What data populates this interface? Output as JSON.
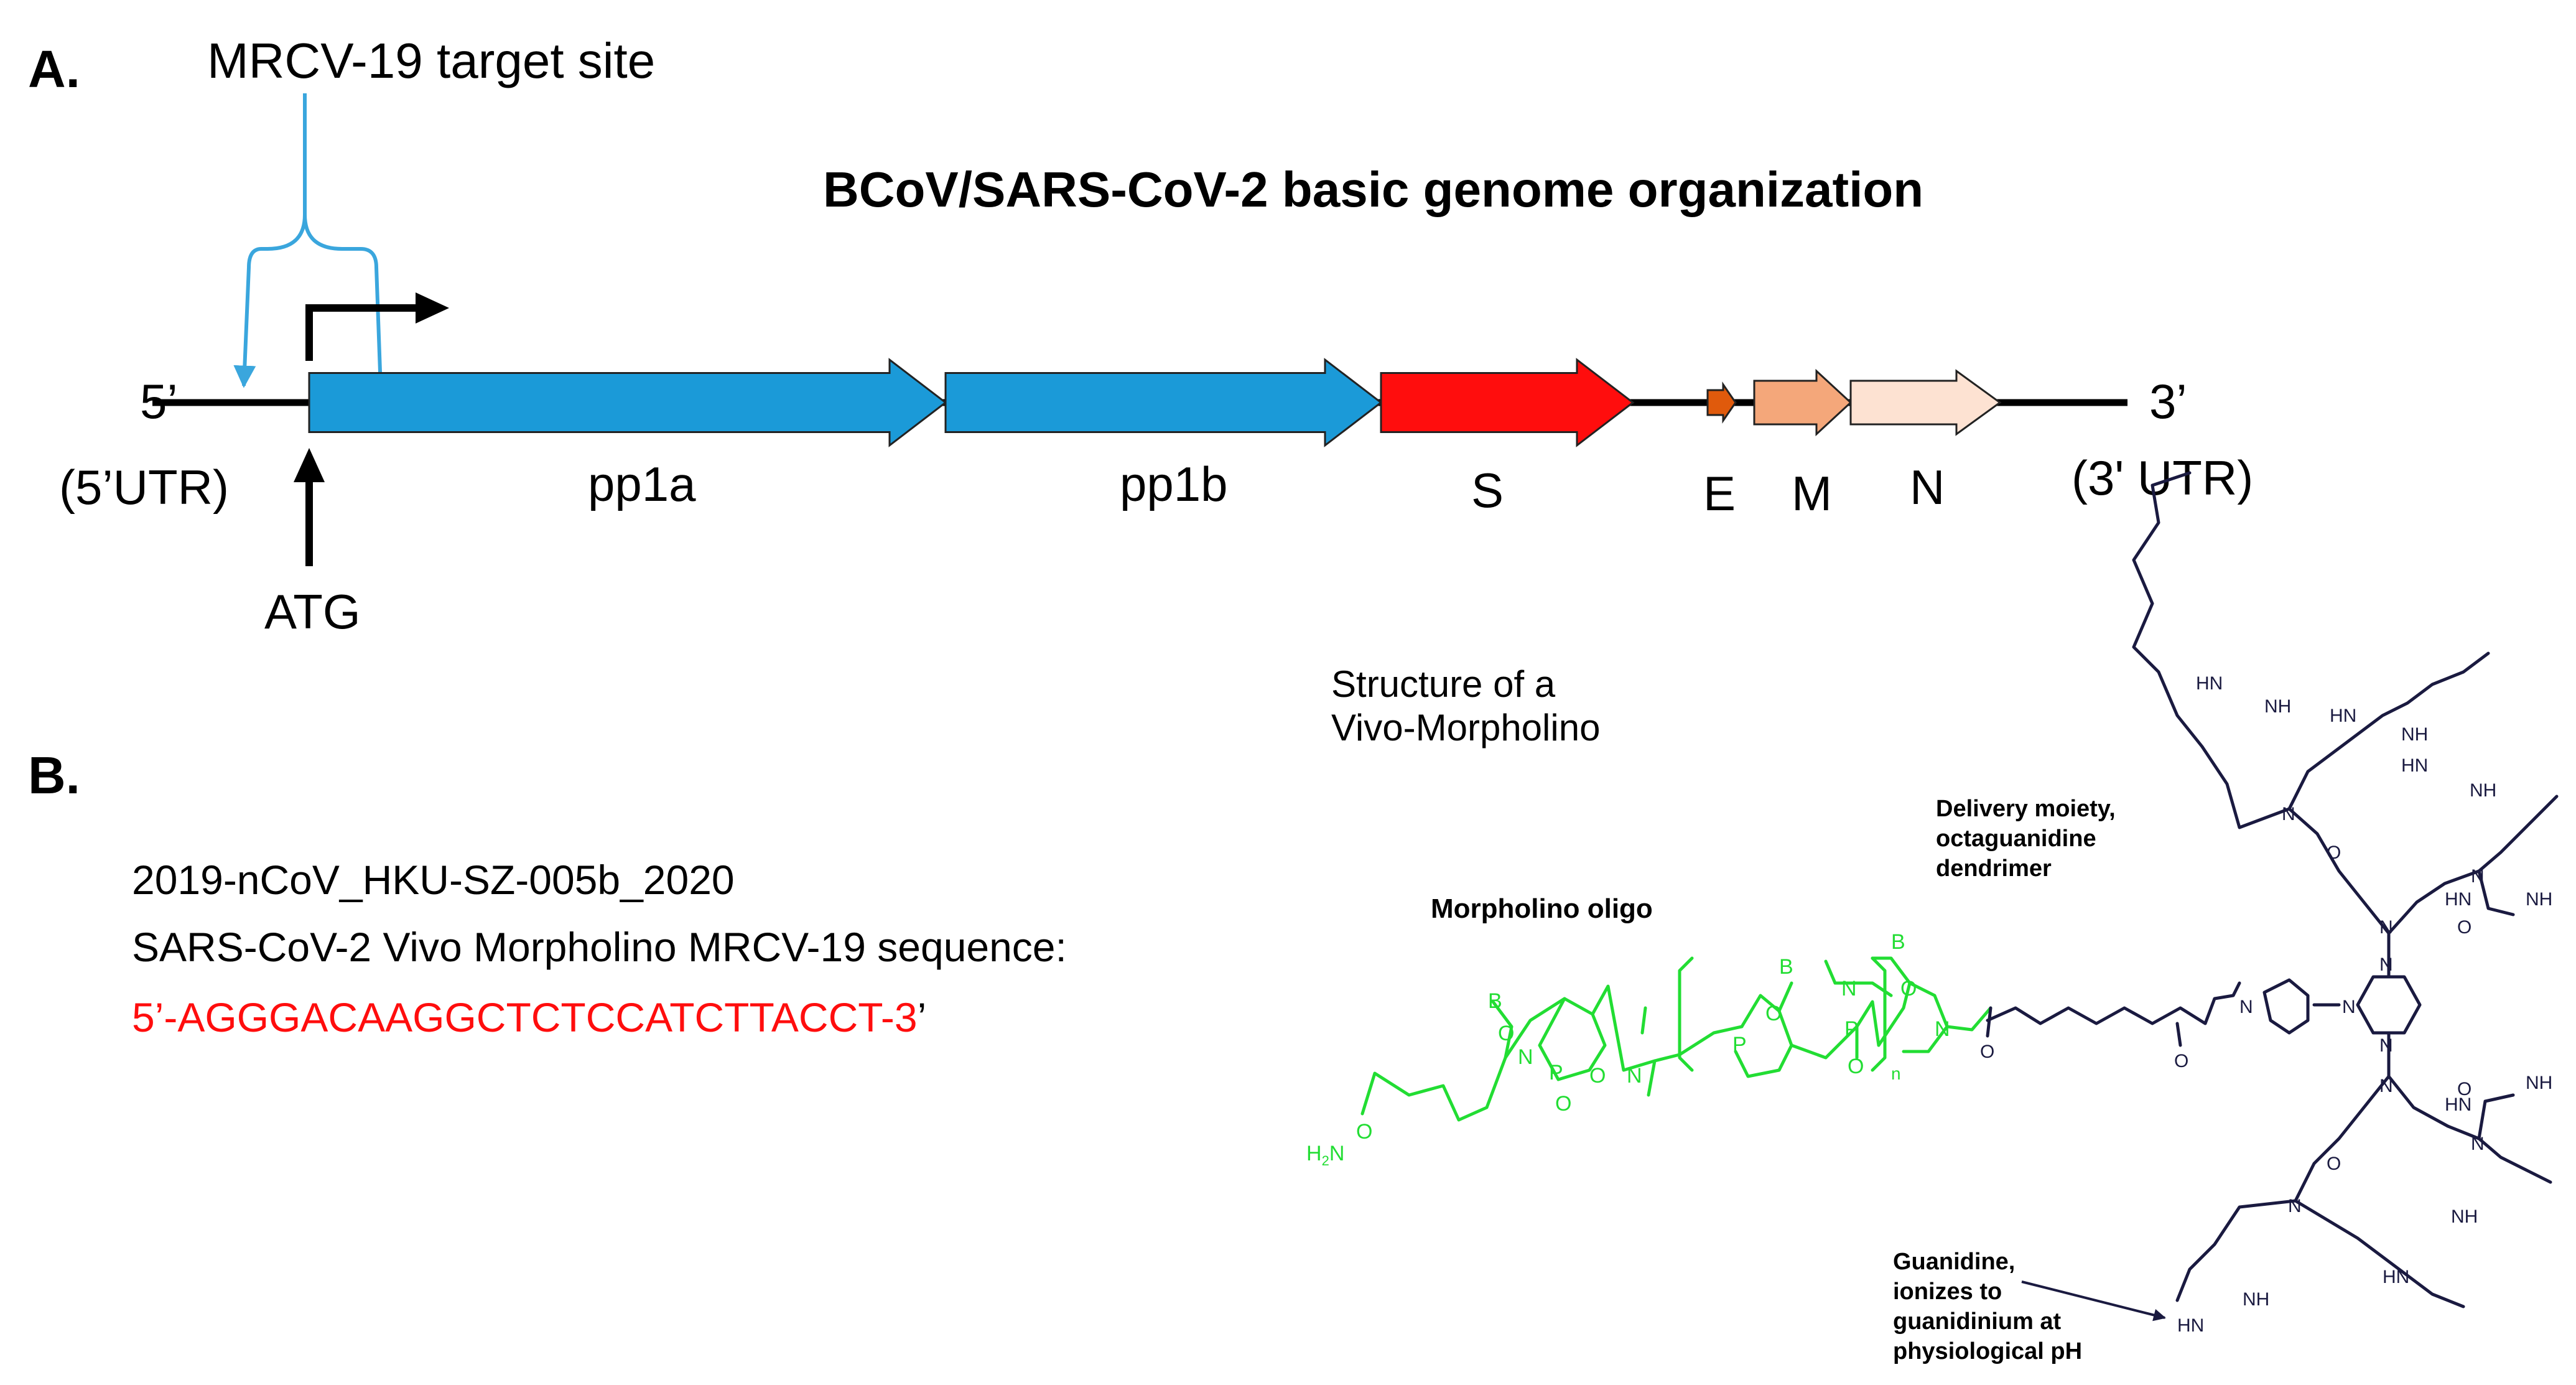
{
  "panel_a": {
    "letter": "A.",
    "title": "BCoV/SARS-CoV-2 basic genome organization",
    "target_label": "MRCV-19 target site",
    "five_prime": "5’",
    "three_prime": "3’",
    "utr5": "(5’UTR)",
    "utr3": "(3' UTR)",
    "start_codon": "ATG",
    "genes": [
      {
        "name": "pp1a",
        "color": "#1b9ad8"
      },
      {
        "name": "pp1b",
        "color": "#1b9ad8"
      },
      {
        "name": "S",
        "color": "#ff0d0d"
      },
      {
        "name": "E",
        "color": "#e05a0c"
      },
      {
        "name": "M",
        "color": "#f4a77a"
      },
      {
        "name": "N",
        "color": "#fde2d2"
      }
    ],
    "target_color": "#3aa6dd"
  },
  "panel_b": {
    "letter": "B.",
    "line1": "2019-nCoV_HKU-SZ-005b_2020",
    "line2": "SARS-CoV-2 Vivo Morpholino  MRCV-19 sequence:",
    "sequence": "5’-AGGGACAAGGCTCTCCATCTTACCT-3",
    "sequence_end": "’",
    "sequence_color": "#ff0d0d"
  },
  "structure": {
    "title_line1": "Structure of a",
    "title_line2": "Vivo-Morpholino",
    "delivery_label": [
      "Delivery moiety,",
      "octaguanidine",
      "dendrimer"
    ],
    "morpholino_label": "Morpholino oligo",
    "morpholino_color": "#22dd33",
    "guanidine_label": [
      "Guanidine,",
      "ionizes to",
      "guanidinium at",
      "physiological pH"
    ],
    "atoms": {
      "hn": "HN",
      "nh": "NH",
      "nh2": "NH",
      "sub2": "2",
      "h2n": "H",
      "n": "N",
      "o": "O",
      "p": "P",
      "b": "B",
      "subn": "n"
    }
  }
}
